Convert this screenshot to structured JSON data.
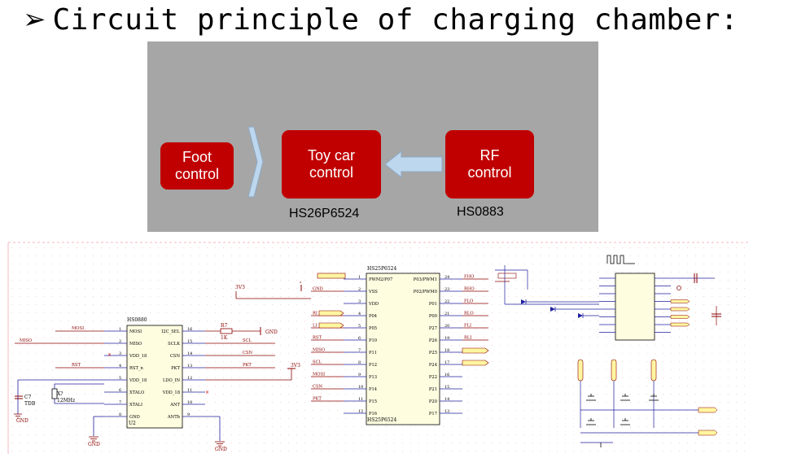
{
  "title": {
    "arrow": "➢",
    "text": "Circuit principle of charging chamber:"
  },
  "block_diagram": {
    "foot": "Foot\ncontrol",
    "toy": "Toy car\ncontrol",
    "rf": "RF\ncontrol",
    "chip_main": "HS26P6524",
    "chip_rf": "HS0883",
    "colors": {
      "panel": "#a6a6a6",
      "block": "#c00000",
      "arrow": "#bdd7ee"
    }
  },
  "schematic": {
    "u2": {
      "part": "HS0880",
      "ref": "U2",
      "left_pins": [
        "MOSI",
        "MISO",
        "VDD_18",
        "RST_n",
        "VDD_18",
        "XTALO",
        "XTALI",
        "GND"
      ],
      "left_nums": [
        "1",
        "2",
        "3",
        "4",
        "5",
        "6",
        "7",
        "8"
      ],
      "right_pins": [
        "I2C_SEL",
        "SCLK",
        "CSN",
        "PKT",
        "LDO_IN",
        "VDD_18",
        "ANT",
        "ANTb"
      ],
      "right_nums": [
        "16",
        "15",
        "14",
        "13",
        "12",
        "11",
        "10",
        "9"
      ]
    },
    "left_nets": [
      "MOSI",
      "MISO",
      "RST"
    ],
    "right_nets": [
      "SCL",
      "CSN",
      "PKT"
    ],
    "r7": {
      "ref": "R7",
      "value": "1K"
    },
    "gnd": "GND",
    "vcc": "3V3",
    "c7": {
      "ref": "C7",
      "value": "TDB"
    },
    "x1": {
      "ref": "X?",
      "value": "12MHz"
    },
    "u1": {
      "part": "HS25P6524",
      "ref": "HS25P6524",
      "left_pins": [
        "PWM2/P07",
        "VSS",
        "VDD",
        "P04",
        "P05",
        "P10",
        "P11",
        "P12",
        "P13",
        "P14",
        "P15",
        "P16"
      ],
      "left_nums": [
        "1",
        "2",
        "3",
        "4",
        "5",
        "6",
        "7",
        "8",
        "9",
        "10",
        "11",
        "12"
      ],
      "right_pins": [
        "P03/PWM1",
        "P02/PWM0",
        "P01",
        "P00",
        "P27",
        "P26",
        "P25",
        "P24",
        "P22",
        "P21",
        "P20",
        "P17"
      ],
      "right_nums": [
        "24",
        "23",
        "22",
        "21",
        "20",
        "19",
        "18",
        "17",
        "16",
        "15",
        "14",
        "13"
      ]
    },
    "u1_left_nets": [
      "",
      "GND",
      "",
      "RI",
      "LI",
      "RST",
      "MISO",
      "SCL",
      "MOSI",
      "CSN",
      "PKT",
      ""
    ],
    "u1_right_nets": [
      "FHO",
      "RHO",
      "FLO",
      "RLO",
      "FLI",
      "RLI",
      "",
      "",
      "",
      "",
      "",
      ""
    ]
  }
}
